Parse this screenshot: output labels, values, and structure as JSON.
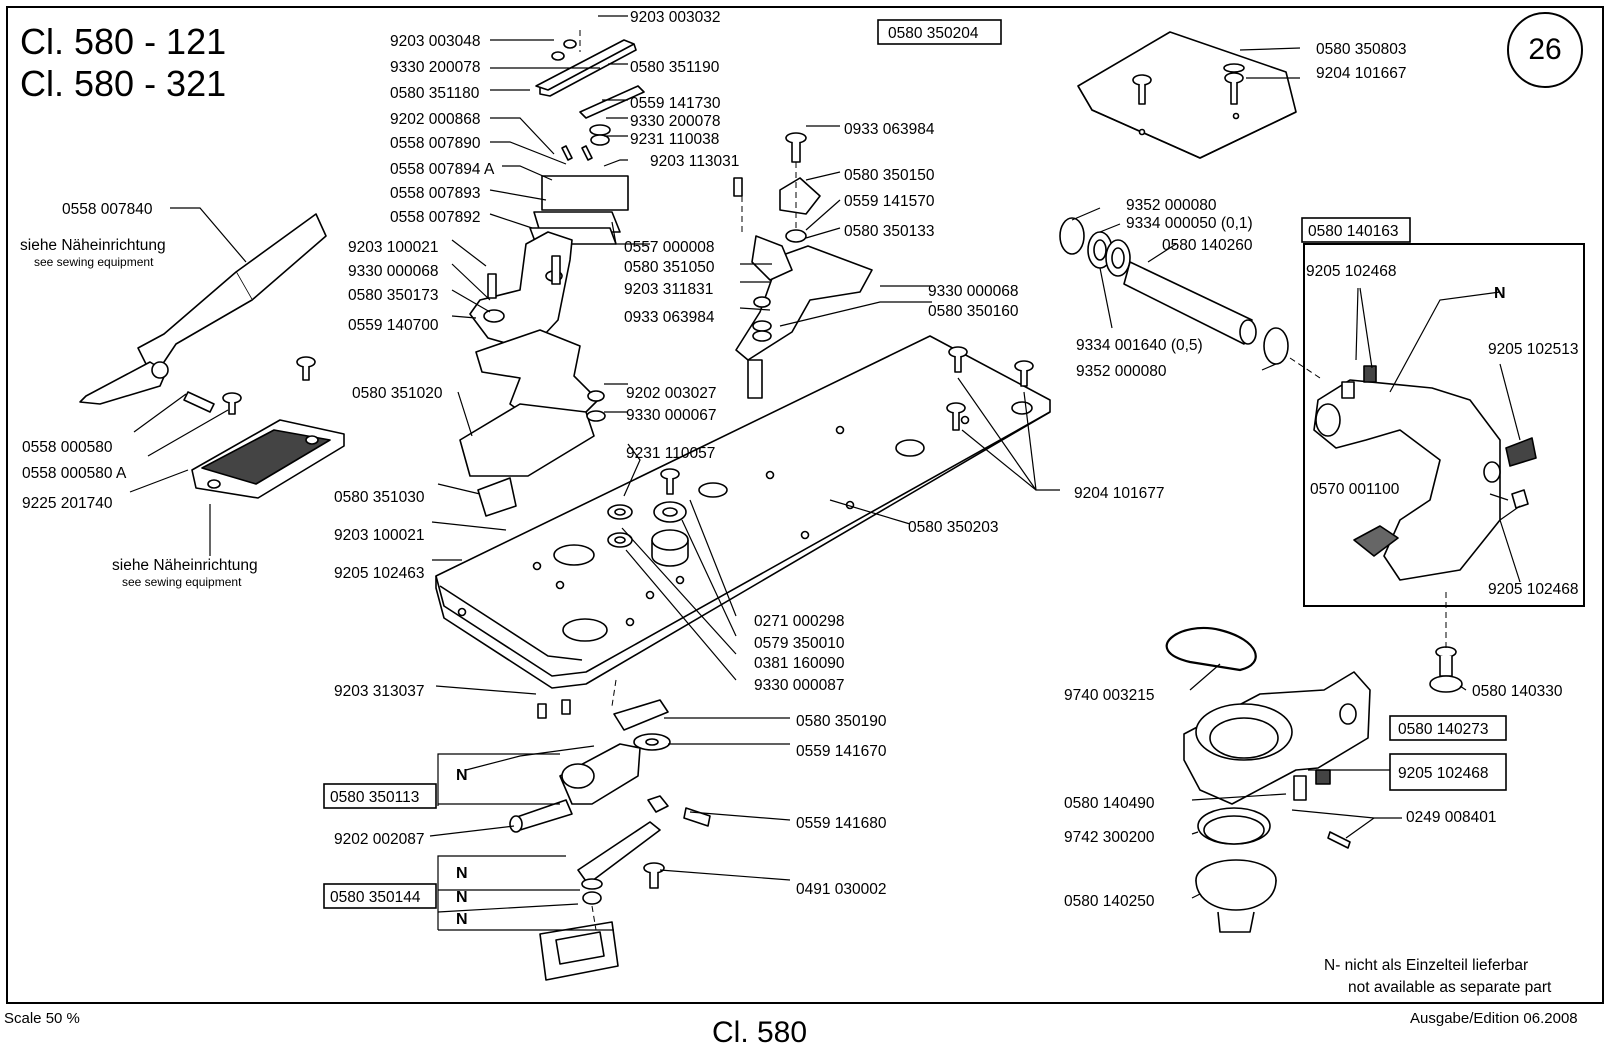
{
  "header": {
    "model_line_1": "Cl. 580 - 121",
    "model_line_2": "Cl. 580 - 321",
    "page_number": "26"
  },
  "callouts": {
    "c9203003032": "9203 003032",
    "c9203003048": "9203 003048",
    "c9330200078a": "9330 200078",
    "c0580351190": "0580 351190",
    "c0580351180": "0580 351180",
    "c0559141730": "0559 141730",
    "c9202000868": "9202 000868",
    "c9330200078b": "9330 200078",
    "c0558007890": "0558 007890",
    "c9231110038": "9231 110038",
    "c0558007894A": "0558 007894 A",
    "c9203113031": "9203 113031",
    "c0558007893": "0558 007893",
    "c0558007892": "0558 007892",
    "c0558007840": "0558 007840",
    "c0933063984a": "0933 063984",
    "c0580350150": "0580 350150",
    "c0559141570": "0559 141570",
    "c0580350133": "0580 350133",
    "c0557000008": "0557 000008",
    "c9203100021a": "9203 100021",
    "c0580351050": "0580 351050",
    "c9330000068a": "9330 000068",
    "c9203311831": "9203 311831",
    "c0580350173": "0580 350173",
    "c0933063984b": "0933 063984",
    "c9330000068b": "9330 000068",
    "c0580350160": "0580 350160",
    "c0559140700": "0559 140700",
    "c0580351020": "0580 351020",
    "c9202003027": "9202 003027",
    "c9330000067": "9330 000067",
    "c9231110057": "9231 110057",
    "c0558000580": "0558 000580",
    "c0558000580A": "0558 000580 A",
    "c9225201740": "9225 201740",
    "c0580351030": "0580 351030",
    "c9204101677": "9204 101677",
    "c0580350203": "0580 350203",
    "c9203100021b": "9203 100021",
    "c9205102463": "9205 102463",
    "c0271000298": "0271 000298",
    "c0579350010": "0579 350010",
    "c0381160090": "0381 160090",
    "c9330000087": "9330 000087",
    "c9203313037": "9203 313037",
    "c0580350190": "0580 350190",
    "c0559141670": "0559 141670",
    "c9202002087": "9202 002087",
    "c0559141680": "0559 141680",
    "c0491030002": "0491 030002",
    "c0580350803": "0580 350803",
    "c9204101667": "9204 101667",
    "c9352000080a": "9352 000080",
    "c9334000050": "9334 000050 (0,1)",
    "c0580140260": "0580 140260",
    "c9334001640": "9334 001640 (0,5)",
    "c9352000080b": "9352 000080",
    "c9205102468a": "9205 102468",
    "c9205102513": "9205 102513",
    "c0570001100": "0570 001100",
    "c9205102468b": "9205 102468",
    "c0580140330": "0580 140330",
    "c9740003215": "9740 003215",
    "c9205102468c": "9205 102468",
    "c0580140490": "0580 140490",
    "c0249008401": "0249 008401",
    "c9742300200": "9742 300200",
    "c0580140250": "0580 140250"
  },
  "boxed_callouts": {
    "b0580350204": "0580 350204",
    "b0580140163": "0580 140163",
    "b0580350113": "0580 350113",
    "b0580350144": "0580 350144",
    "b0580140273": "0580 140273"
  },
  "reference_notes": {
    "siehe_1": "siehe Näheinrichtung",
    "see_1": "see sewing equipment",
    "siehe_2": "siehe Näheinrichtung",
    "see_2": "see sewing equipment"
  },
  "n_marks": {
    "n_inset": "N",
    "n_lever": "N",
    "n_link_1": "N",
    "n_link_2": "N",
    "n_link_3": "N"
  },
  "legend": {
    "line_de": "N- nicht als Einzelteil lieferbar",
    "line_en": "not available as separate part"
  },
  "footer": {
    "scale": "Scale 50 %",
    "class": "Cl. 580",
    "edition": "Ausgabe/Edition 06.2008"
  }
}
